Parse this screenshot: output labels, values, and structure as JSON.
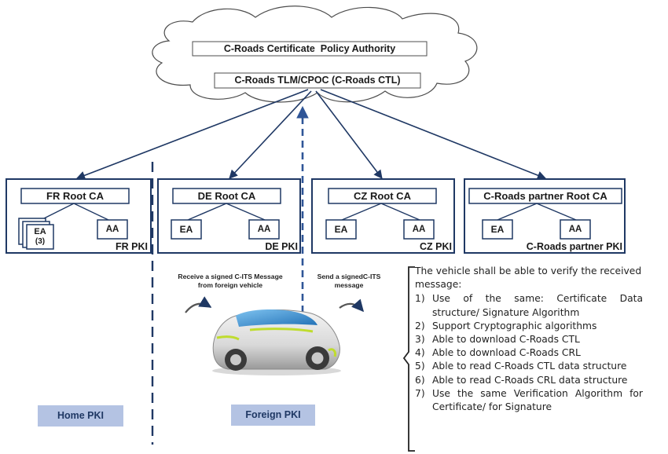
{
  "cloud": {
    "policy_authority": "C-Roads Certificate  Policy Authority",
    "tlm": "C-Roads TLM/CPOC (C-Roads CTL)"
  },
  "pkis": [
    {
      "root": "FR Root CA",
      "ea": "EA",
      "ea_count": "(3)",
      "aa": "AA",
      "pki": "FR PKI"
    },
    {
      "root": "DE Root CA",
      "ea": "EA",
      "aa": "AA",
      "pki": "DE PKI"
    },
    {
      "root": "CZ Root CA",
      "ea": "EA",
      "aa": "AA",
      "pki": "CZ PKI"
    },
    {
      "root": "C-Roads partner Root CA",
      "ea": "EA",
      "aa": "AA",
      "pki": "C-Roads partner PKI"
    }
  ],
  "captions": {
    "receive": "Receive a signed C-ITS Message from foreign vehicle",
    "send": "Send a signedC-ITS message"
  },
  "home_pki": "Home PKI",
  "foreign_pki": "Foreign PKI",
  "requirements": {
    "intro": "The vehicle shall be able to verify the received message:",
    "items": [
      {
        "num": "1)",
        "text": "Use of the same: Certificate Data structure/ Signature Algorithm"
      },
      {
        "num": "2)",
        "text": "Support Cryptographic algorithms"
      },
      {
        "num": "3)",
        "text": "Able to download C-Roads CTL"
      },
      {
        "num": "4)",
        "text": "Able to download C-Roads CRL"
      },
      {
        "num": "5)",
        "text": "Able to read C-Roads CTL data structure"
      },
      {
        "num": "6)",
        "text": "Able to read C-Roads CRL data structure"
      },
      {
        "num": "7)",
        "text": "Use the same Verification Algorithm for Certificate/ for Signature"
      }
    ]
  },
  "colors": {
    "navy": "#1f3864",
    "pki_label_bg": "#b4c3e3",
    "car_accent": "#bfdc2e",
    "car_window": "#3f95d4"
  }
}
